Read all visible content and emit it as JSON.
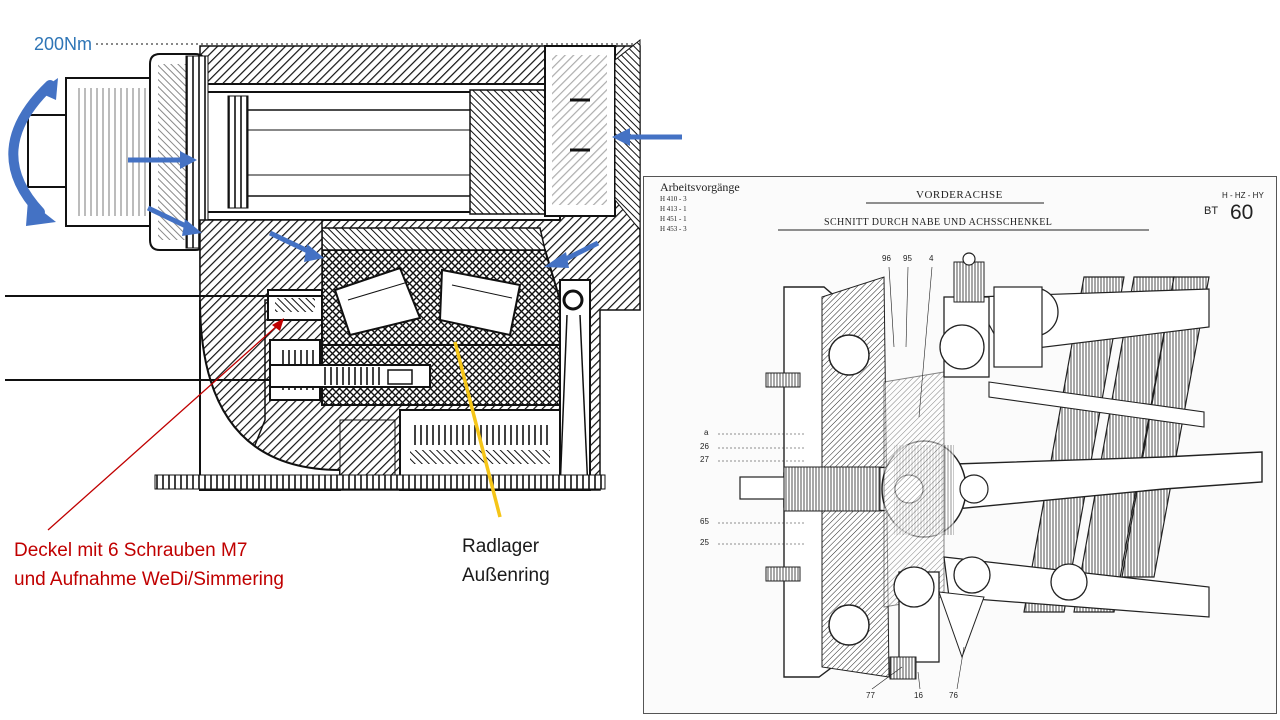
{
  "annotations": {
    "torque": "200Nm",
    "cover_line1": "Deckel mit 6 Schrauben M7",
    "cover_line2": "und Aufnahme WeDi/Simmering",
    "bearing_line1": "Radlager",
    "bearing_line2": "Außenring"
  },
  "scan": {
    "ops_title": "Arbeitsvorgänge",
    "ops": [
      "H 410 - 3",
      "H 413 - 1",
      "H 451 - 1",
      "H 453 - 3"
    ],
    "title": "VORDERACHSE",
    "subtitle": "SCHNITT DURCH NABE UND ACHSSCHENKEL",
    "code": "H - HZ - HY",
    "bt_label": "BT",
    "bt_number": "60",
    "part_numbers": {
      "p96": "96",
      "p95": "95",
      "p4": "4",
      "pa": "a",
      "p26": "26",
      "p27": "27",
      "p65": "65",
      "p25": "25",
      "p77": "77",
      "p16": "16",
      "p76": "76"
    }
  },
  "colors": {
    "arrow_blue": "#4472c4",
    "label_blue": "#2e75b6",
    "label_red": "#c00000",
    "leader_red": "#c00000",
    "leader_yellow": "#f5c518"
  }
}
